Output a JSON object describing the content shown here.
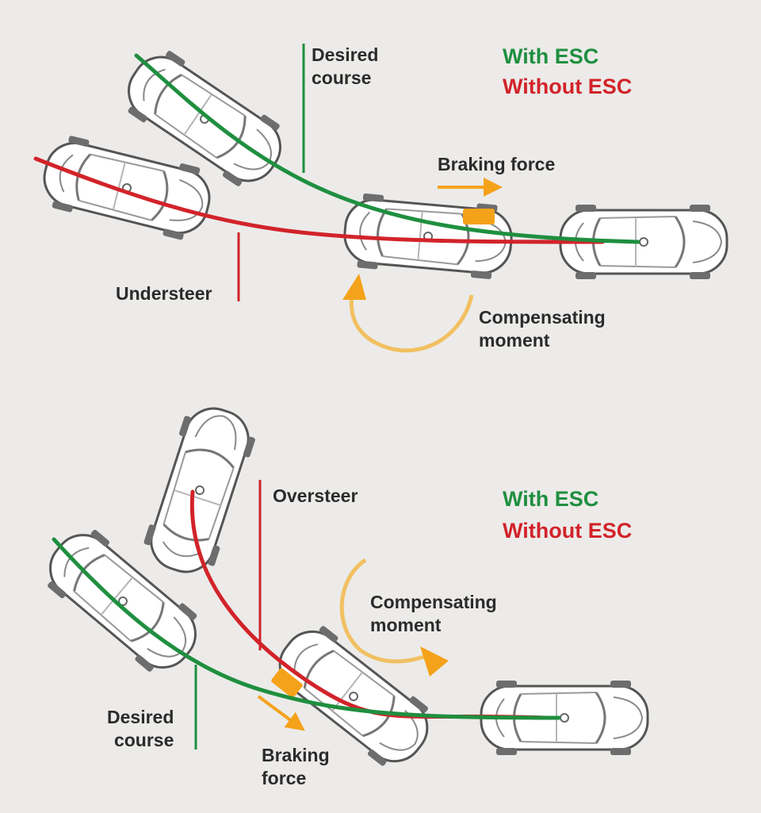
{
  "colors": {
    "with_esc": "#1f8f3f",
    "without_esc": "#d2232a",
    "brake_orange": "#f5a21b",
    "moment_arrow": "#f2c062",
    "car_outline": "#5a5a5a",
    "background": "#ecebe9"
  },
  "understeer_panel": {
    "legend_with": "With ESC",
    "legend_without": "Without ESC",
    "desired_course": "Desired\ncourse",
    "braking_force": "Braking force",
    "understeer": "Understeer",
    "compensating_moment": "Compensating\nmoment"
  },
  "oversteer_panel": {
    "legend_with": "With ESC",
    "legend_without": "Without ESC",
    "oversteer": "Oversteer",
    "compensating_moment": "Compensating\nmoment",
    "desired_course": "Desired\ncourse",
    "braking_force": "Braking\nforce"
  }
}
